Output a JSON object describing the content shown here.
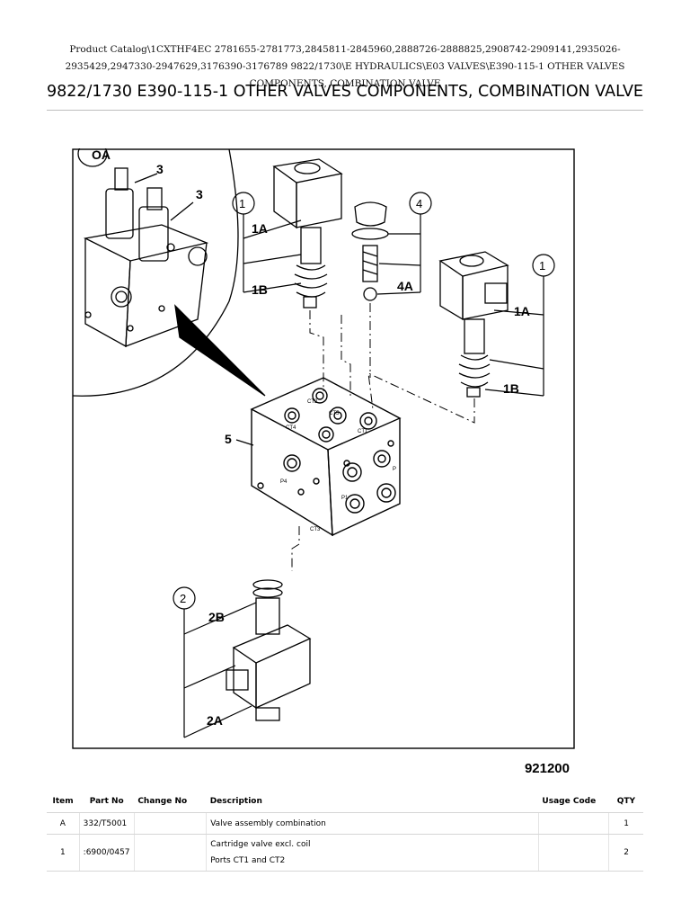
{
  "breadcrumb": "Product Catalog\\1CXTHF4EC 2781655-2781773,2845811-2845960,2888726-2888825,2908742-2909141,2935026-2935429,2947330-2947629,3176390-3176789 9822/1730\\E HYDRAULICS\\E03 VALVES\\E390-115-1 OTHER VALVES COMPONENTS, COMBINATION VALVE",
  "title": "9822/1730 E390-115-1 OTHER VALVES COMPONENTS, COMBINATION VALVE",
  "diagram": {
    "callouts": {
      "oa": "OA",
      "c3a": "3",
      "c3b": "3",
      "c1": "1",
      "c1a": "1A",
      "c1b": "1B",
      "c4": "4",
      "c4a": "4A",
      "c1r": "1",
      "c1ar": "1A",
      "c1br": "1B",
      "c5": "5",
      "c2": "2",
      "c2b": "2B",
      "c2a": "2A"
    },
    "port_labels": {
      "ct1": "CT1",
      "ct2": "CT2",
      "ct3": "CT3",
      "ct4": "CT4",
      "ct5": "CT5",
      "p1": "P1",
      "p4": "P4",
      "p": "P"
    }
  },
  "figure_number": "921200",
  "table": {
    "headers": [
      "Item",
      "Part No",
      "Change No",
      "Description",
      "Usage Code",
      "QTY"
    ],
    "rows": [
      {
        "item": "A",
        "part_no": "332/T5001",
        "change_no": "",
        "description": [
          "Valve assembly combination"
        ],
        "usage_code": "",
        "qty": "1"
      },
      {
        "item": "1",
        "part_no": ":6900/0457",
        "change_no": "",
        "description": [
          "Cartridge valve excl. coil",
          "Ports CT1 and CT2"
        ],
        "usage_code": "",
        "qty": "2"
      }
    ]
  }
}
